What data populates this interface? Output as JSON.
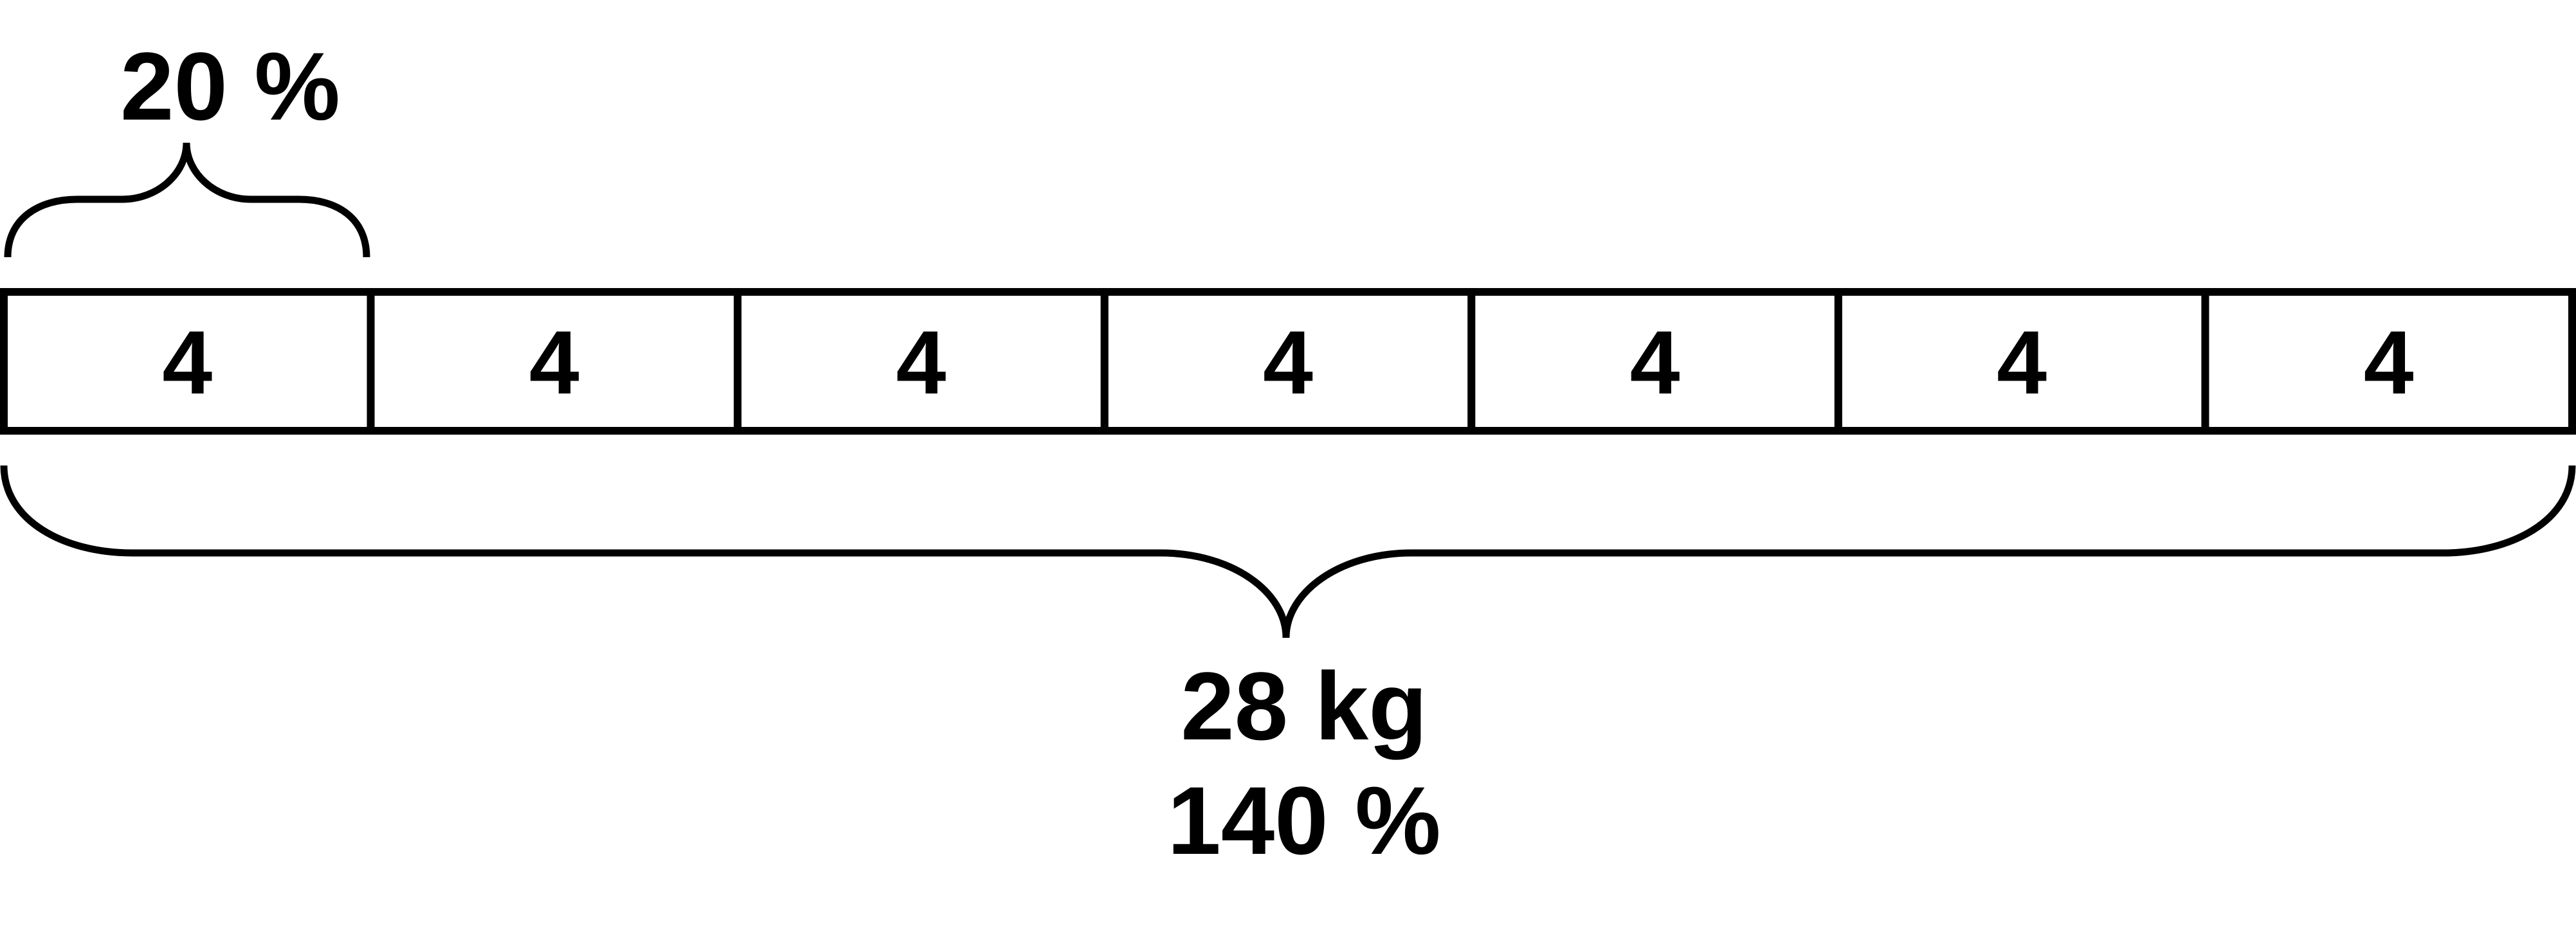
{
  "segment_label": "20 %",
  "segments": [
    "4",
    "4",
    "4",
    "4",
    "4",
    "4",
    "4"
  ],
  "total": {
    "mass": "28 kg",
    "percent": "140 %"
  }
}
